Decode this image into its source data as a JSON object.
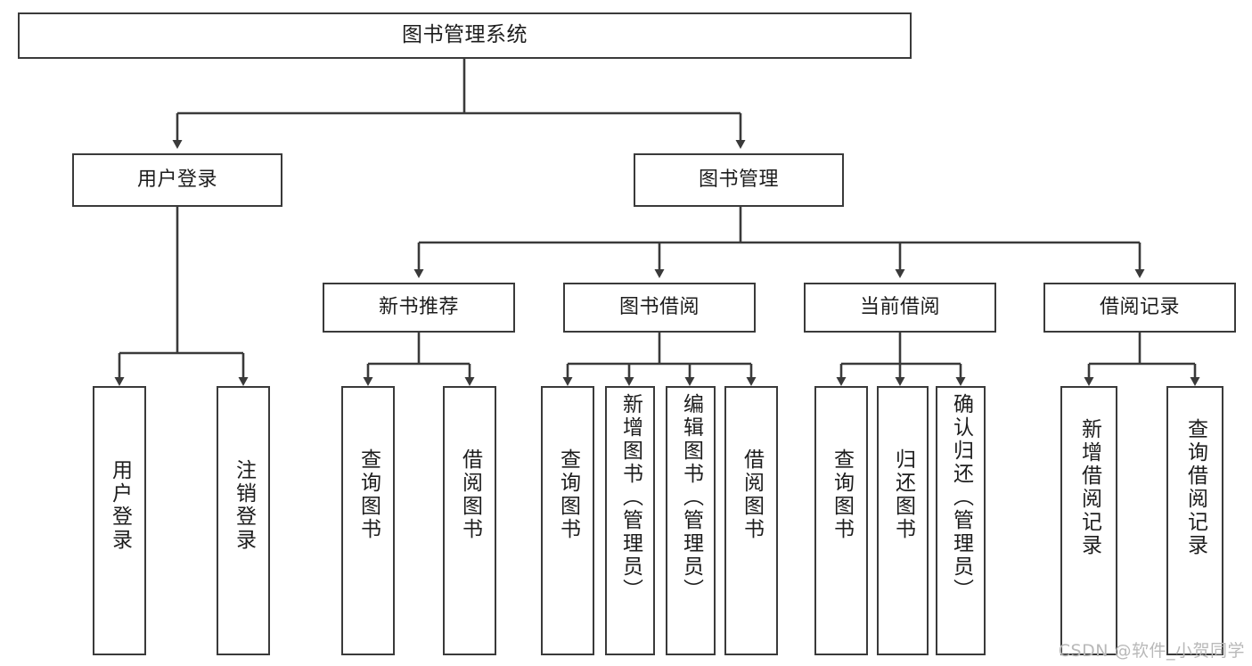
{
  "diagram": {
    "title": "图书管理系统",
    "watermark": "CSDN @软件_小贺同学",
    "colors": {
      "box_border": "#3a3a3a",
      "box_fill": "#ffffff",
      "connector": "#3a3a3a",
      "text": "#1d1d1d",
      "watermark": "#b9b9b9",
      "background": "#ffffff"
    },
    "root": {
      "label": "图书管理系统"
    },
    "level2": [
      {
        "label": "用户登录"
      },
      {
        "label": "图书管理"
      }
    ],
    "level3": [
      {
        "label": "新书推荐"
      },
      {
        "label": "图书借阅"
      },
      {
        "label": "当前借阅"
      },
      {
        "label": "借阅记录"
      }
    ],
    "leaves": {
      "user_login": [
        {
          "label": "用户登录"
        },
        {
          "label": "注销登录"
        }
      ],
      "new_book": [
        {
          "label": "查询图书"
        },
        {
          "label": "借阅图书"
        }
      ],
      "borrow_book": [
        {
          "label": "查询图书"
        },
        {
          "label": "新增图书（管理员）"
        },
        {
          "label": "编辑图书（管理员）"
        },
        {
          "label": "借阅图书"
        }
      ],
      "current_borrow": [
        {
          "label": "查询图书"
        },
        {
          "label": "归还图书"
        },
        {
          "label": "确认归还（管理员）"
        }
      ],
      "borrow_record": [
        {
          "label": "新增借阅记录"
        },
        {
          "label": "查询借阅记录"
        }
      ]
    }
  }
}
